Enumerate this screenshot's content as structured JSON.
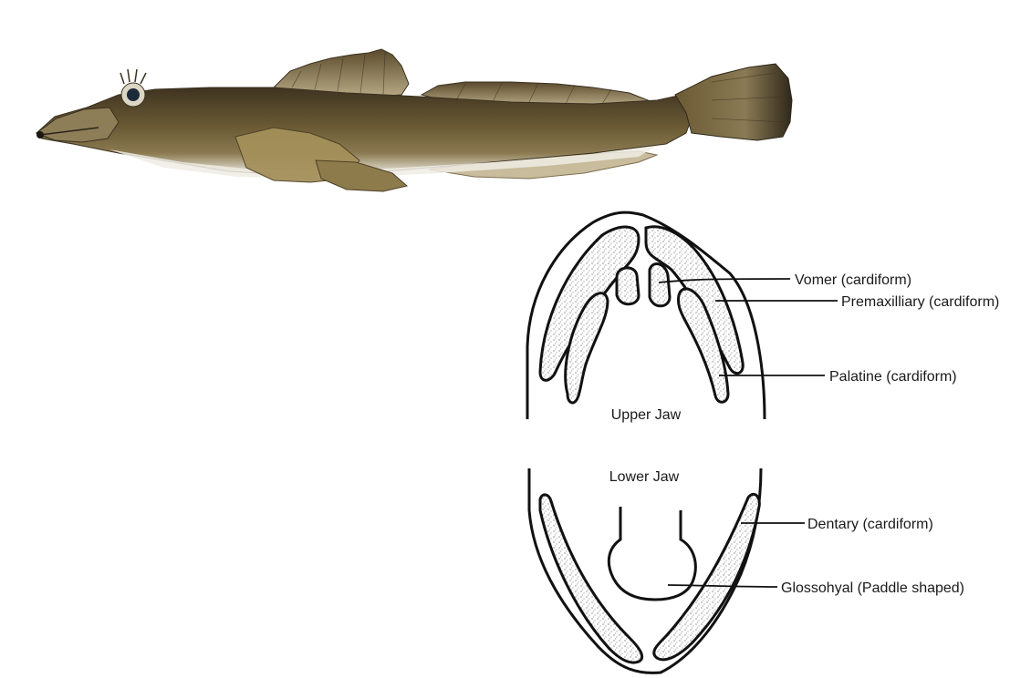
{
  "specimen_image": {
    "description_icon": "fish-photo",
    "colors": {
      "body_dark": "#4a3e24",
      "body_mid": "#7d6a3e",
      "fin": "#a89a7a",
      "belly": "#efece4"
    }
  },
  "diagram": {
    "upper_jaw_label": "Upper Jaw",
    "lower_jaw_label": "Lower Jaw",
    "labels": {
      "vomer": "Vomer (cardiform)",
      "premaxilliary": "Premaxilliary (cardiform)",
      "palatine": "Palatine (cardiform)",
      "dentary": "Dentary (cardiform)",
      "glossohyal": "Glossohyal (Paddle shaped)"
    }
  }
}
